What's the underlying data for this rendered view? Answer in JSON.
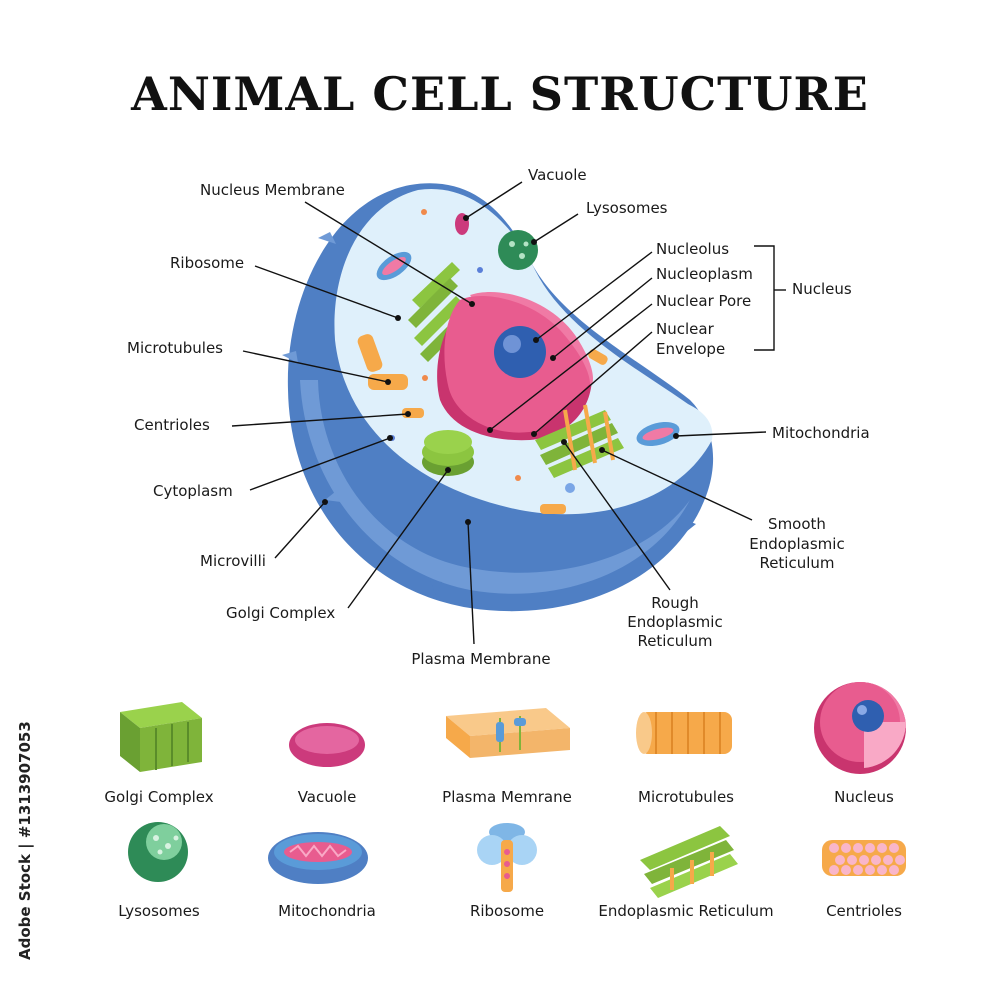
{
  "title": "ANIMAL CELL STRUCTURE",
  "side_text": "Adobe Stock | #1313907053",
  "colors": {
    "membrane_dark": "#4f7fc4",
    "membrane_mid": "#6f9ad6",
    "cytoplasm": "#dff0fb",
    "nucleus": "#e85c8f",
    "nucleus_dark": "#c9346e",
    "nucleolus": "#2f5fb0",
    "golgi": "#7fb43a",
    "er": "#8cc540",
    "microtubule": "#f6a94a",
    "lysosome": "#2e8b57",
    "vacuole": "#cc3a7c",
    "mitochondria": "#5a9bd8"
  },
  "labels": {
    "nucleus_membrane": "Nucleus Membrane",
    "vacuole": "Vacuole",
    "lysosomes": "Lysosomes",
    "ribosome": "Ribosome",
    "nucleolus": "Nucleolus",
    "nucleoplasm": "Nucleoplasm",
    "nuclear_pore": "Nuclear Pore",
    "nuclear_envelope_1": "Nuclear",
    "nuclear_envelope_2": "Envelope",
    "nucleus_group": "Nucleus",
    "microtubules": "Microtubules",
    "centrioles": "Centrioles",
    "mitochondria": "Mitochondria",
    "cytoplasm": "Cytoplasm",
    "smooth_er_1": "Smooth",
    "smooth_er_2": "Endoplasmic",
    "smooth_er_3": "Reticulum",
    "microvilli": "Microvilli",
    "golgi_complex": "Golgi Complex",
    "rough_er_1": "Rough",
    "rough_er_2": "Endoplasmic",
    "rough_er_3": "Reticulum",
    "plasma_membrane": "Plasma Membrane"
  },
  "legend": {
    "row1": [
      "Golgi Complex",
      "Vacuole",
      "Plasma Memrane",
      "Microtubules",
      "Nucleus"
    ],
    "row2": [
      "Lysosomes",
      "Mitochondria",
      "Ribosome",
      "Endoplasmic Reticulum",
      "Centrioles"
    ]
  }
}
